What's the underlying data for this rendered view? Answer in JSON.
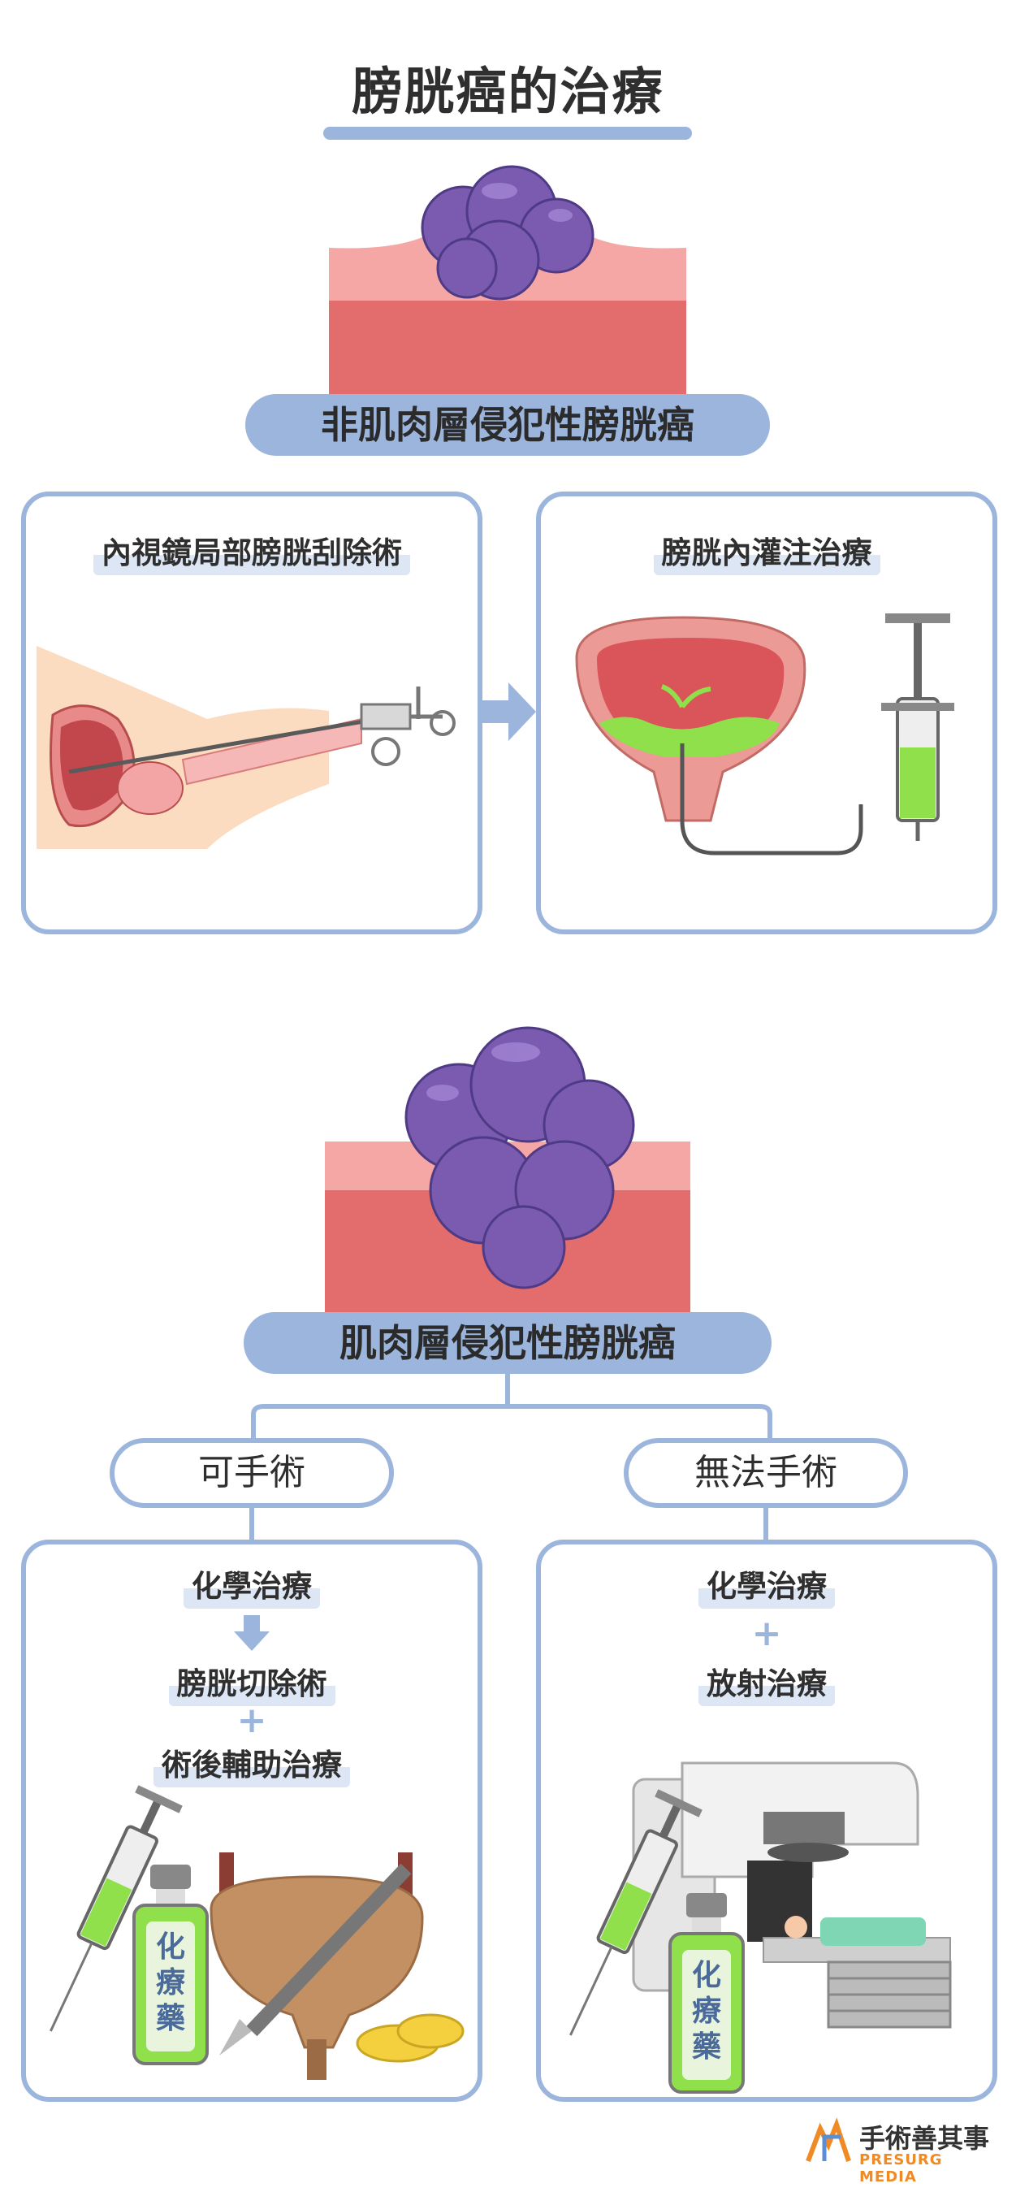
{
  "title": "膀胱癌的治療",
  "non_muscle": {
    "heading": "非肌肉層侵犯性膀胱癌",
    "left_panel": "內視鏡局部膀胱刮除術",
    "right_panel": "膀胱內灌注治療"
  },
  "muscle": {
    "heading": "肌肉層侵犯性膀胱癌",
    "branch_left": "可手術",
    "branch_right": "無法手術",
    "left_steps": [
      "化學治療",
      "膀胱切除術",
      "術後輔助治療"
    ],
    "left_plus": "+",
    "right_steps": [
      "化學治療",
      "放射治療"
    ],
    "right_plus": "+",
    "vial_label": "化療藥"
  },
  "brand": {
    "name": "手術善其事",
    "sub": "PRESURG MEDIA"
  },
  "colors": {
    "accent": "#9bb5dc",
    "tumor": "#7a5bb0",
    "tissue_top": "#f4a7a5",
    "tissue_bottom": "#e36d6d",
    "drug": "#8fe04a"
  }
}
